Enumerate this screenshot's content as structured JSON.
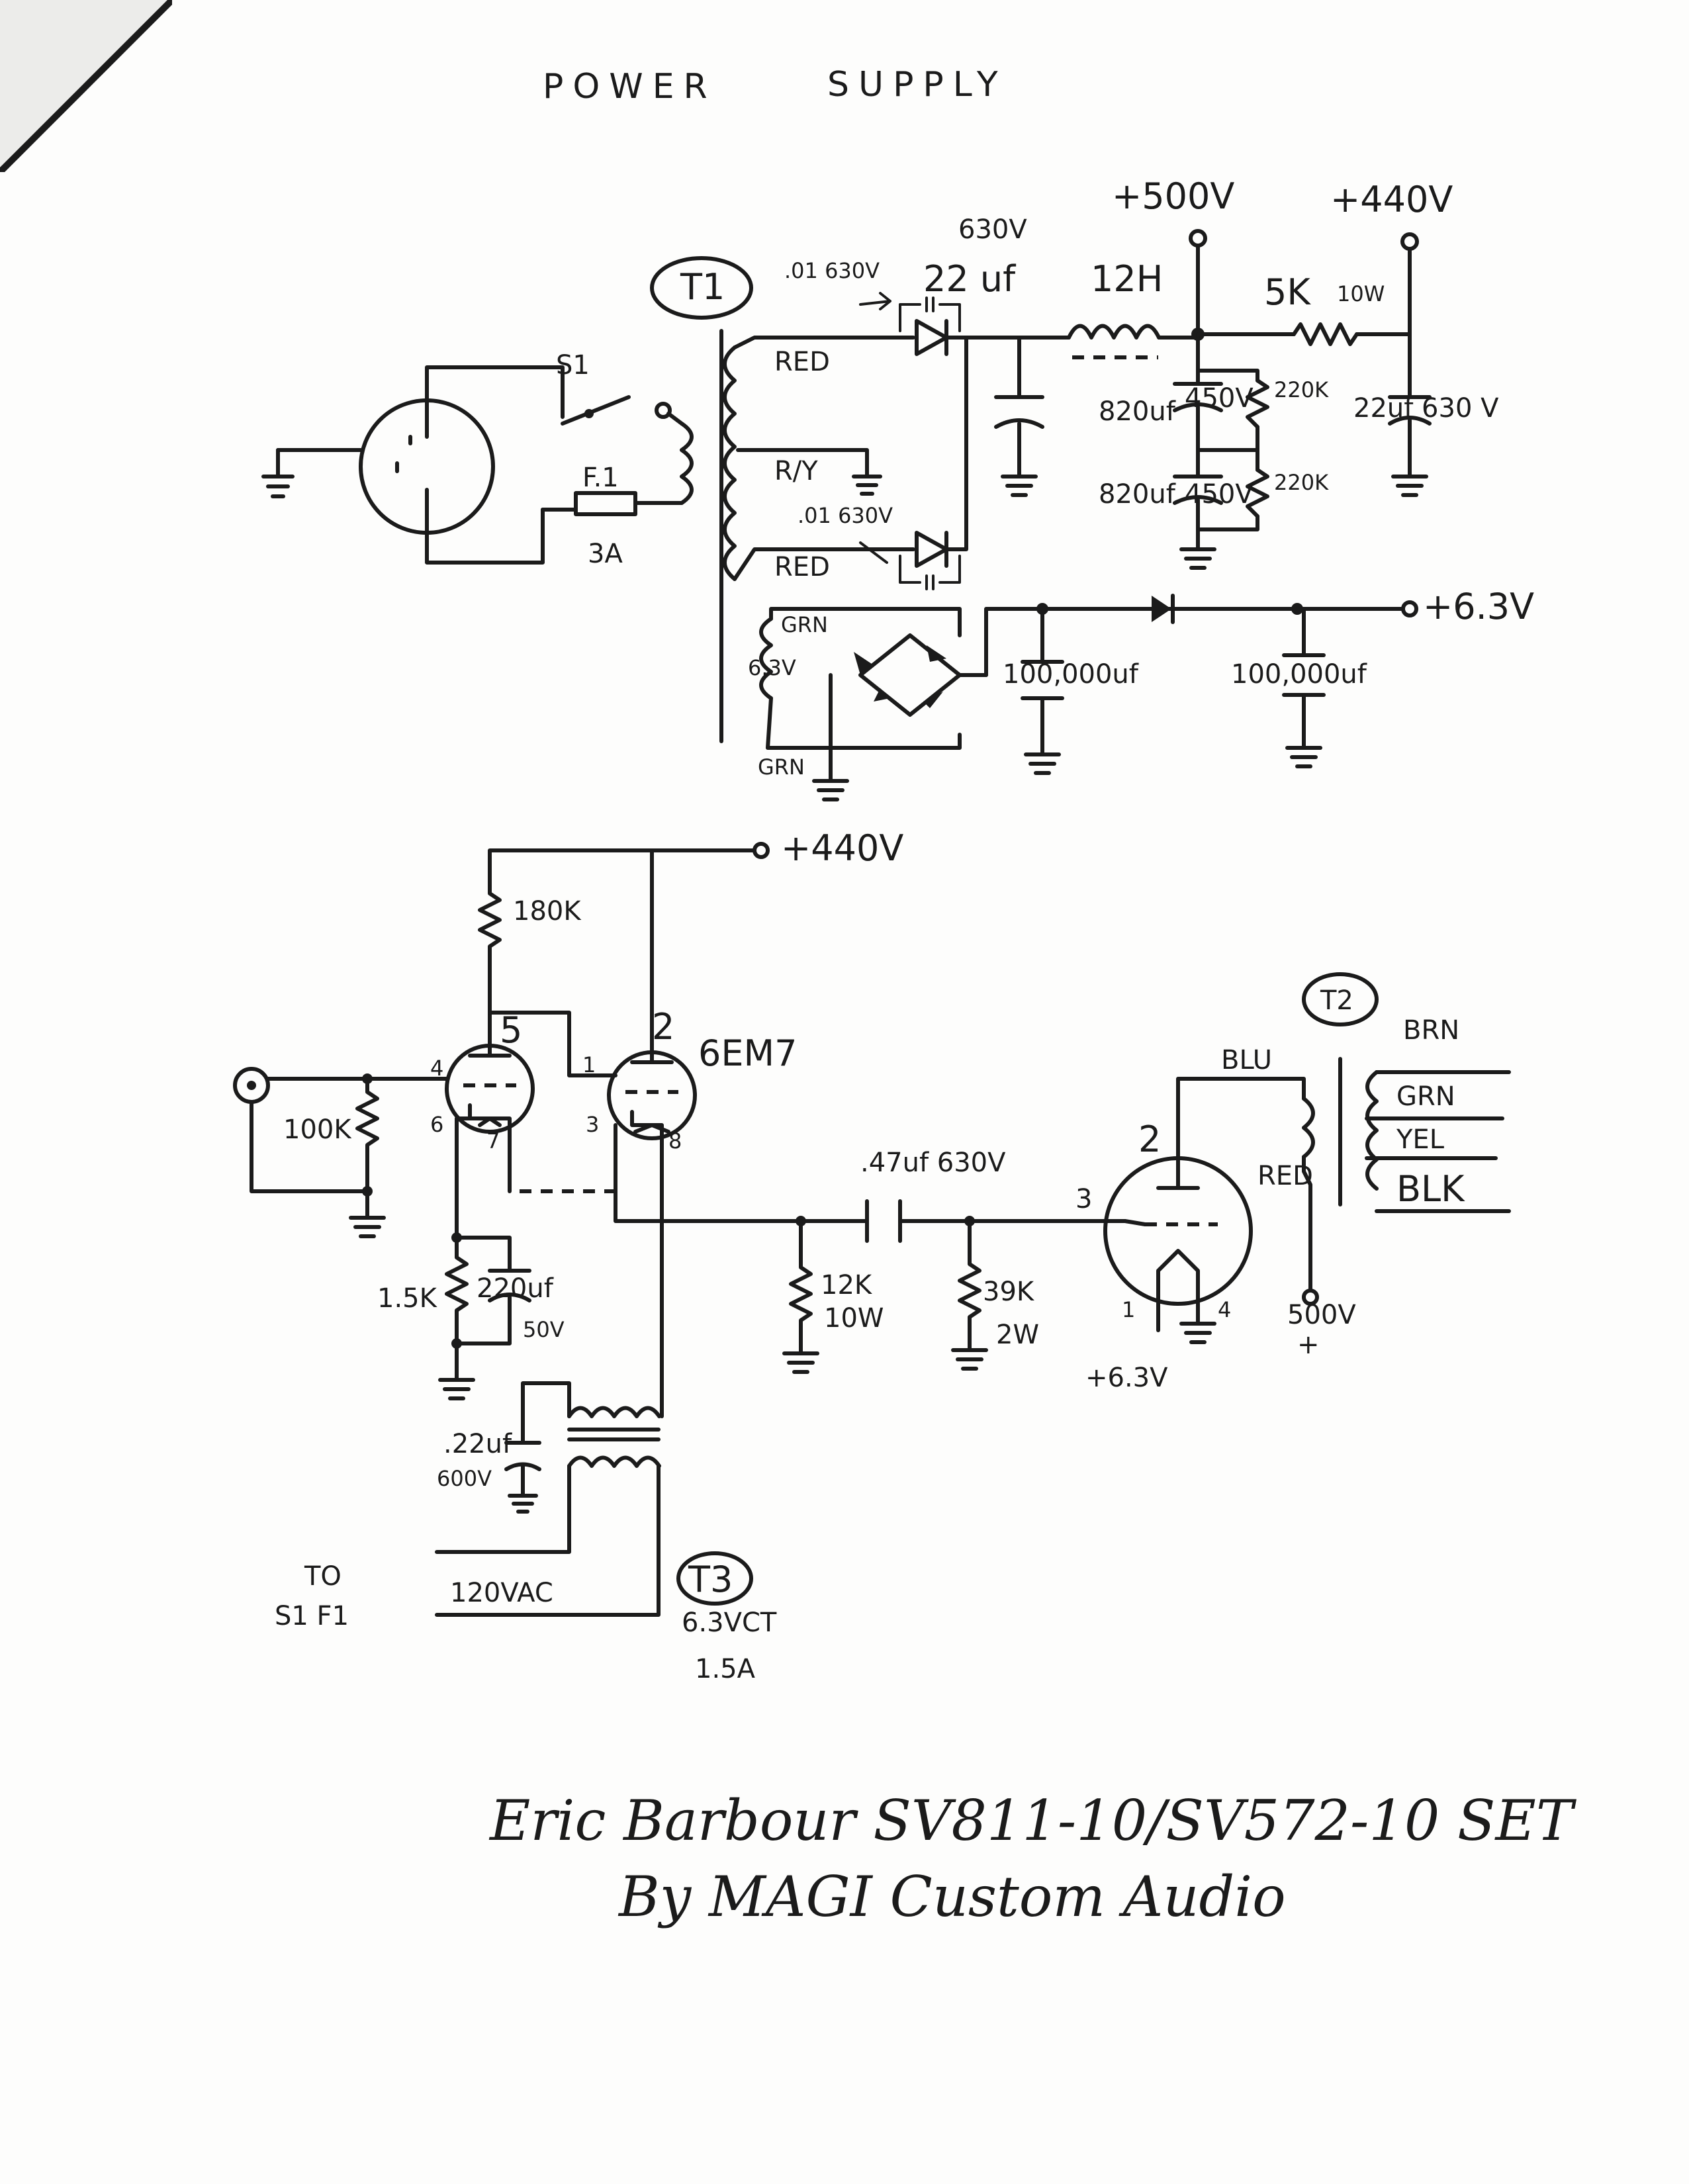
{
  "title": {
    "word1": "POWER",
    "word2": "SUPPLY"
  },
  "power_supply": {
    "t1": "T1",
    "cap_small_top": ".01 630V",
    "cap_630v": "630V",
    "cap_22uf": "22 uf",
    "choke": "12H",
    "v500": "+500V",
    "v440": "+440V",
    "res_5k": "5K",
    "res_10w": "10W",
    "wire_red_top": "RED",
    "wire_ry": "R/Y",
    "cap_small_bottom": ".01 630V",
    "wire_red_bottom": "RED",
    "cap_820_a": "820uf",
    "cap_450_a": "450V",
    "res_220k_a": "220K",
    "cap_820_b": "820uf",
    "cap_450_b": "450V",
    "res_220k_b": "220K",
    "cap_22uf_630": "22uf 630 V",
    "switch": "S1",
    "fuse": "F.1",
    "fuse_rating": "3A",
    "wire_grn_top": "GRN",
    "winding_63": "6.3V",
    "wire_grn_bottom": "GRN",
    "cap_100k_a": "100,000uf",
    "cap_100k_b": "100,000uf",
    "v63_out": "+6.3V"
  },
  "amp": {
    "v440": "+440V",
    "res_180k": "180K",
    "pin5": "5",
    "pin2": "2",
    "tube": "6EM7",
    "pin4": "4",
    "pin1": "1",
    "pin6": "6",
    "pin7": "7",
    "pin3": "3",
    "pin8": "8",
    "res_100k": "100K",
    "cap_coupling": ".47uf 630V",
    "res_15k": "1.5K",
    "cap_220uf": "220uf",
    "cap_50v": "50V",
    "res_12k": "12K",
    "res_12k_w": "10W",
    "res_39k": "39K",
    "res_39k_w": "2W",
    "cap_22_600": ".22uf",
    "cap_600v": "600V",
    "out_pin2": "2",
    "out_pin3": "3",
    "out_pin1": "1",
    "out_pin4": "4",
    "filament": "+6.3V",
    "t2": "T2",
    "wire_blu": "BLU",
    "wire_red": "RED",
    "wire_brn": "BRN",
    "wire_grn": "GRN",
    "wire_yel": "YEL",
    "wire_blk": "BLK",
    "b_plus": "500V",
    "b_plus_sign": "+",
    "to": "TO",
    "s1f1": "S1  F1",
    "vac": "120VAC",
    "t3": "T3",
    "t3_rating": "6.3VCT",
    "t3_current": "1.5A"
  },
  "signature": {
    "line1": "Eric Barbour SV811-10/SV572-10 SET",
    "line2": "By MAGI Custom Audio"
  }
}
